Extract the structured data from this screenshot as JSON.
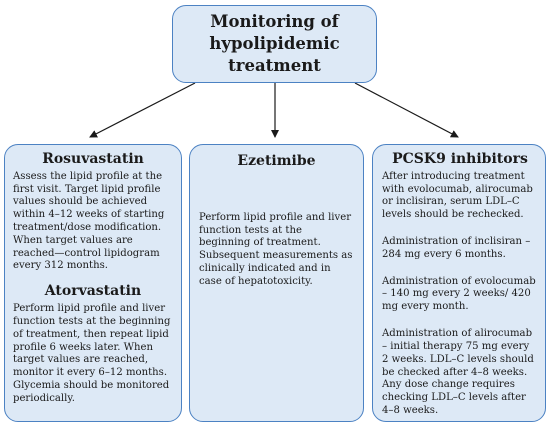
{
  "title": {
    "line1": "Monitoring of",
    "line2": "hypolipidemic treatment"
  },
  "left": {
    "heading1": "Rosuvastatin",
    "text1": "Assess the lipid profile at the first visit. Target lipid profile values should be achieved within 4–12 weeks of starting treatment/dose modification. When target values are reached—control lipidogram every 312 months.",
    "heading2": "Atorvastatin",
    "text2": "Perform lipid profile and liver function tests at the beginning of treatment, then repeat lipid profile 6 weeks later. When target values are reached, monitor it every 6–12 months. Glycemia should be monitored periodically."
  },
  "middle": {
    "heading": "Ezetimibe",
    "text": "Perform lipid profile and liver function tests at the beginning of treatment. Subsequent measurements as clinically indicated and in case of hepatotoxicity."
  },
  "right": {
    "heading": "PCSK9 inhibitors",
    "p1": "After introducing treatment with evolocumab, alirocumab or inclisiran, serum LDL–C levels should be rechecked.",
    "p2": "Administration of inclisiran – 284 mg every 6 months.",
    "p3": "Administration of evolocumab – 140 mg every 2 weeks/ 420 mg every month.",
    "p4": "Administration of alirocumab – initial therapy 75 mg every 2 weeks. LDL–C levels should be checked after 4–8 weeks. Any dose change requires checking LDL–C levels after 4–8 weeks."
  },
  "colors": {
    "box_fill": "#dde9f6",
    "box_border": "#4c82c3",
    "arrow": "#1a1a1a"
  }
}
